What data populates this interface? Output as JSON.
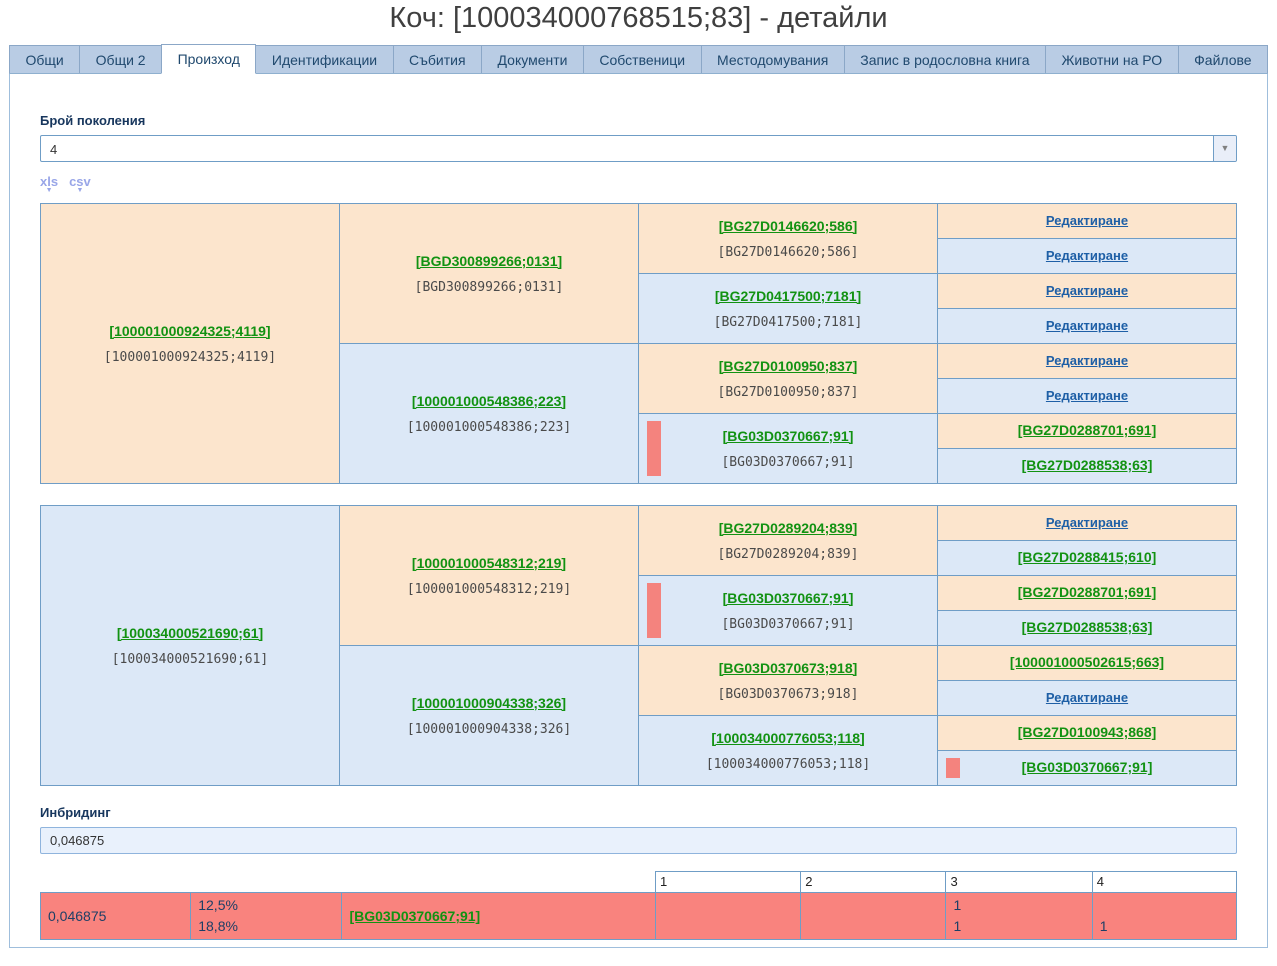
{
  "title": "Коч: [100034000768515;83] - детайли",
  "tabs": [
    {
      "label": "Общи",
      "active": false
    },
    {
      "label": "Общи 2",
      "active": false
    },
    {
      "label": "Произход",
      "active": true
    },
    {
      "label": "Идентификации",
      "active": false
    },
    {
      "label": "Събития",
      "active": false
    },
    {
      "label": "Документи",
      "active": false
    },
    {
      "label": "Собственици",
      "active": false
    },
    {
      "label": "Местодомувания",
      "active": false
    },
    {
      "label": "Запис в родословна книга",
      "active": false
    },
    {
      "label": "Животни на РО",
      "active": false
    },
    {
      "label": "Файлове",
      "active": false
    }
  ],
  "generations": {
    "label": "Брой поколения",
    "value": "4"
  },
  "export": {
    "xls_label": "xls",
    "csv_label": "csv"
  },
  "edit_label": "Редактиране",
  "pedigree_tables": [
    {
      "root": {
        "id": "[100001000924325;4119]",
        "sub": "[100001000924325;4119]",
        "color": "orange",
        "bar": false
      },
      "gen2": [
        {
          "id": "[BGD300899266;0131]",
          "sub": "[BGD300899266;0131]",
          "color": "orange",
          "bar": false
        },
        {
          "id": "[100001000548386;223]",
          "sub": "[100001000548386;223]",
          "color": "blue",
          "bar": false
        }
      ],
      "gen3": [
        {
          "id": "[BG27D0146620;586]",
          "sub": "[BG27D0146620;586]",
          "color": "orange",
          "bar": false
        },
        {
          "id": "[BG27D0417500;7181]",
          "sub": "[BG27D0417500;7181]",
          "color": "blue",
          "bar": false
        },
        {
          "id": "[BG27D0100950;837]",
          "sub": "[BG27D0100950;837]",
          "color": "orange",
          "bar": false
        },
        {
          "id": "[BG03D0370667;91]",
          "sub": "[BG03D0370667;91]",
          "color": "blue",
          "bar": true
        }
      ],
      "gen4": [
        {
          "type": "edit",
          "color": "orange",
          "bar": false
        },
        {
          "type": "edit",
          "color": "blue",
          "bar": false
        },
        {
          "type": "edit",
          "color": "orange",
          "bar": false
        },
        {
          "type": "edit",
          "color": "blue",
          "bar": false
        },
        {
          "type": "edit",
          "color": "orange",
          "bar": false
        },
        {
          "type": "edit",
          "color": "blue",
          "bar": false
        },
        {
          "type": "link",
          "label": "[BG27D0288701;691]",
          "color": "orange",
          "bar": false
        },
        {
          "type": "link",
          "label": "[BG27D0288538;63]",
          "color": "blue",
          "bar": false
        }
      ]
    },
    {
      "root": {
        "id": "[100034000521690;61]",
        "sub": "[100034000521690;61]",
        "color": "blue",
        "bar": false
      },
      "gen2": [
        {
          "id": "[100001000548312;219]",
          "sub": "[100001000548312;219]",
          "color": "orange",
          "bar": false
        },
        {
          "id": "[100001000904338;326]",
          "sub": "[100001000904338;326]",
          "color": "blue",
          "bar": false
        }
      ],
      "gen3": [
        {
          "id": "[BG27D0289204;839]",
          "sub": "[BG27D0289204;839]",
          "color": "orange",
          "bar": false
        },
        {
          "id": "[BG03D0370667;91]",
          "sub": "[BG03D0370667;91]",
          "color": "blue",
          "bar": true
        },
        {
          "id": "[BG03D0370673;918]",
          "sub": "[BG03D0370673;918]",
          "color": "orange",
          "bar": false
        },
        {
          "id": "[100034000776053;118]",
          "sub": "[100034000776053;118]",
          "color": "blue",
          "bar": false
        }
      ],
      "gen4": [
        {
          "type": "edit",
          "color": "orange",
          "bar": false
        },
        {
          "type": "link",
          "label": "[BG27D0288415;610]",
          "color": "blue",
          "bar": false
        },
        {
          "type": "link",
          "label": "[BG27D0288701;691]",
          "color": "orange",
          "bar": false
        },
        {
          "type": "link",
          "label": "[BG27D0288538;63]",
          "color": "blue",
          "bar": false
        },
        {
          "type": "link",
          "label": "[100001000502615;663]",
          "color": "orange",
          "bar": false
        },
        {
          "type": "edit",
          "color": "blue",
          "bar": false
        },
        {
          "type": "link",
          "label": "[BG27D0100943;868]",
          "color": "orange",
          "bar": false
        },
        {
          "type": "link",
          "label": "[BG03D0370667;91]",
          "color": "blue",
          "bar": true
        }
      ]
    }
  ],
  "inbreeding": {
    "label": "Инбридинг",
    "value": "0,046875"
  },
  "inbreeding_table": {
    "generation_headers": [
      "1",
      "2",
      "3",
      "4"
    ],
    "row": {
      "coefficient": "0,046875",
      "percents": [
        "12,5%",
        "18,8%"
      ],
      "animal": "[BG03D0370667;91]",
      "generation_counts": [
        [
          "",
          ""
        ],
        [
          "",
          ""
        ],
        [
          "1",
          "1"
        ],
        [
          "",
          "1"
        ]
      ]
    }
  },
  "colors": {
    "cell_orange": "#fce5cd",
    "cell_blue": "#dce8f7",
    "table_border": "#6f9dc6",
    "highlight_red": "#f9837e",
    "marker_red": "#f4837e",
    "link_green": "#129212",
    "link_blue": "#1e5fa6",
    "tab_bg": "#b9cce4"
  }
}
